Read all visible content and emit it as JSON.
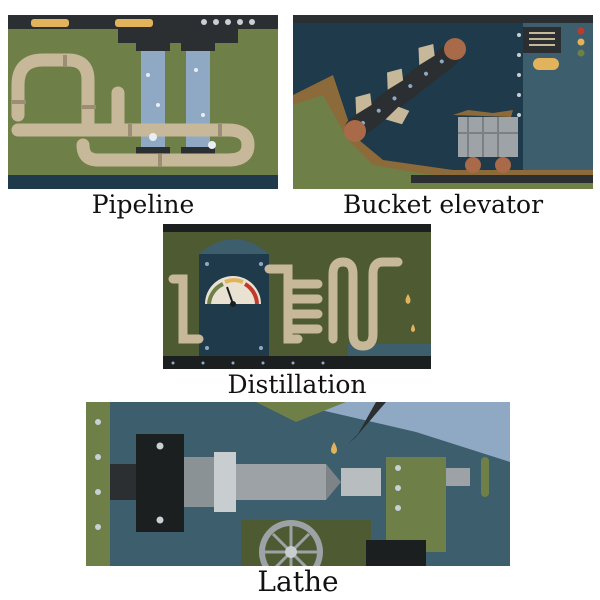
{
  "panels": [
    {
      "id": "pipeline",
      "caption": "Pipeline"
    },
    {
      "id": "bucket-elevator",
      "caption": "Bucket elevator"
    },
    {
      "id": "distillation",
      "caption": "Distillation"
    },
    {
      "id": "lathe",
      "caption": "Lathe"
    }
  ],
  "colors": {
    "olive": "#6f7f48",
    "dark_olive": "#4e5a32",
    "navy": "#1f3a4a",
    "slate": "#3d5e6c",
    "pipe": "#c8b89a",
    "steel": "#8fa9c4",
    "dark": "#2b2f31",
    "gold": "#e3b35b",
    "copper": "#a86a48"
  }
}
